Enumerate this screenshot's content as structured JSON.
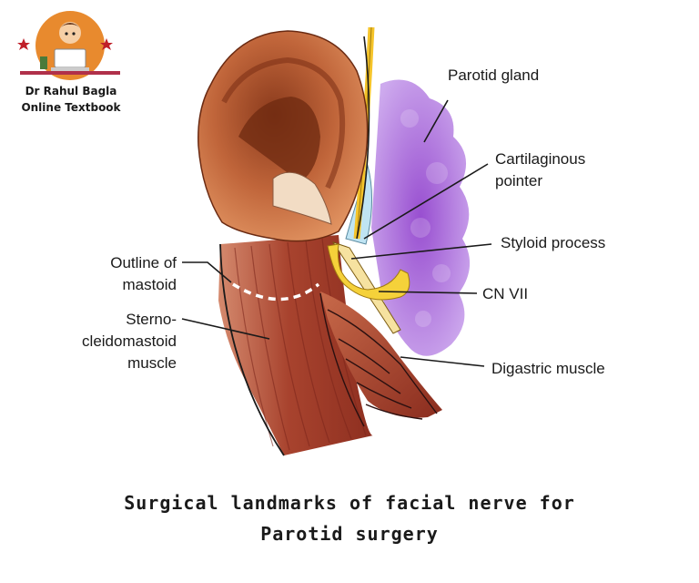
{
  "brand": {
    "line1": "Dr Rahul Bagla",
    "line2": "Online Textbook",
    "logo_icon": "boy-with-laptop-icon"
  },
  "labels": {
    "parotid_gland": "Parotid gland",
    "cartilaginous_1": "Cartilaginous",
    "cartilaginous_2": "pointer",
    "styloid": "Styloid process",
    "cn7": "CN VII",
    "digastric": "Digastric muscle",
    "mastoid_1": "Outline of",
    "mastoid_2": "mastoid",
    "scm_1": "Sterno-",
    "scm_2": "cleidomastoid",
    "scm_3": "muscle"
  },
  "caption": {
    "line1": "Surgical landmarks of facial nerve for",
    "line2": "Parotid surgery"
  },
  "colors": {
    "ear": "#c86a3f",
    "muscle": "#a8432e",
    "parotid": "#9a4fd0",
    "nerve": "#f5d13a",
    "cartilage": "#bfe4f3",
    "logo_bg": "#e88a2e"
  }
}
